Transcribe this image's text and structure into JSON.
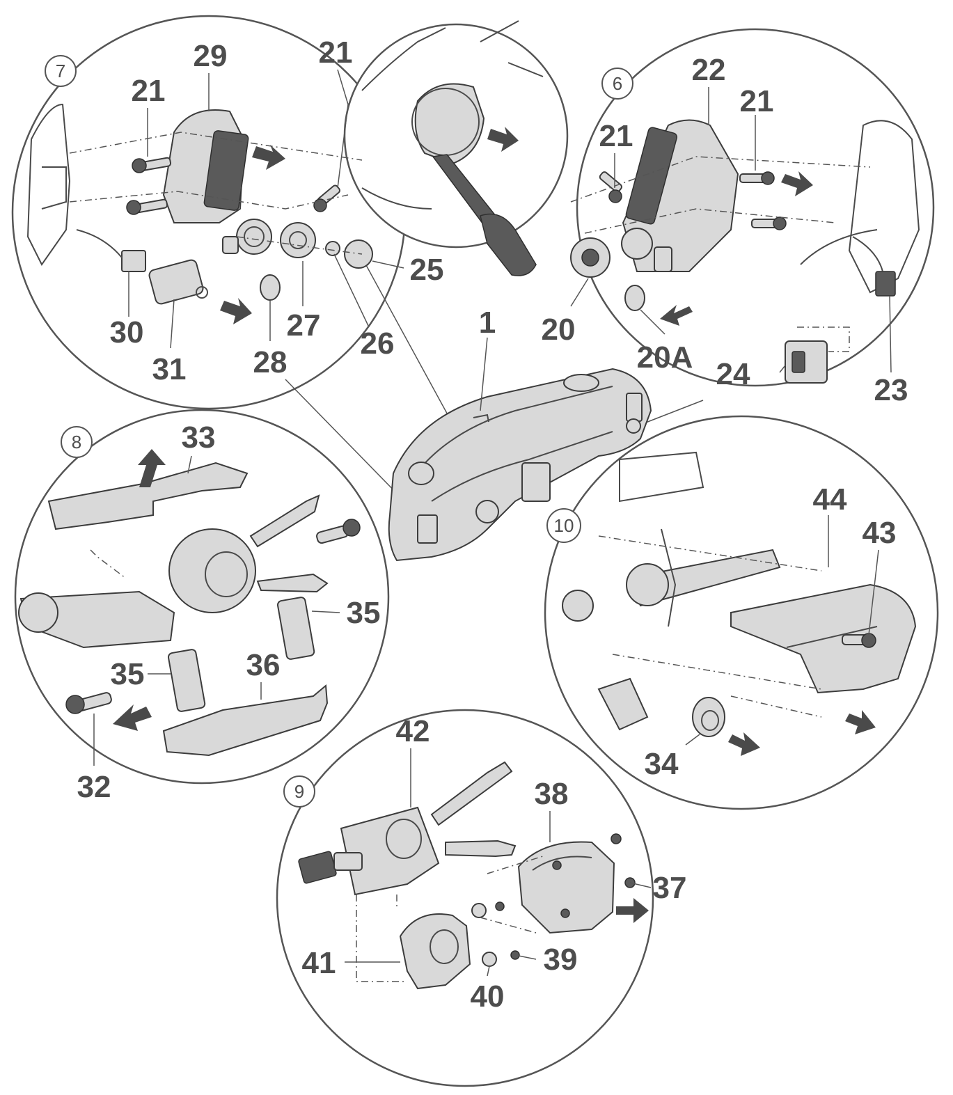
{
  "views": [
    {
      "id": "view-7",
      "number": "7"
    },
    {
      "id": "view-6",
      "number": "6"
    },
    {
      "id": "view-8",
      "number": "8"
    },
    {
      "id": "view-10",
      "number": "10"
    },
    {
      "id": "view-9",
      "number": "9"
    }
  ],
  "labels": {
    "p1": "1",
    "p20": "20",
    "p20a": "20A",
    "p21_v7a": "21",
    "p21_v7b": "21",
    "p21_v6a": "21",
    "p21_v6b": "21",
    "p22": "22",
    "p23": "23",
    "p24": "24",
    "p25": "25",
    "p26": "26",
    "p27": "27",
    "p28": "28",
    "p29": "29",
    "p30": "30",
    "p31": "31",
    "p32": "32",
    "p33": "33",
    "p34": "34",
    "p35a": "35",
    "p35b": "35",
    "p36": "36",
    "p37": "37",
    "p38": "38",
    "p39": "39",
    "p40": "40",
    "p41": "41",
    "p42": "42",
    "p43": "43",
    "p44": "44"
  }
}
